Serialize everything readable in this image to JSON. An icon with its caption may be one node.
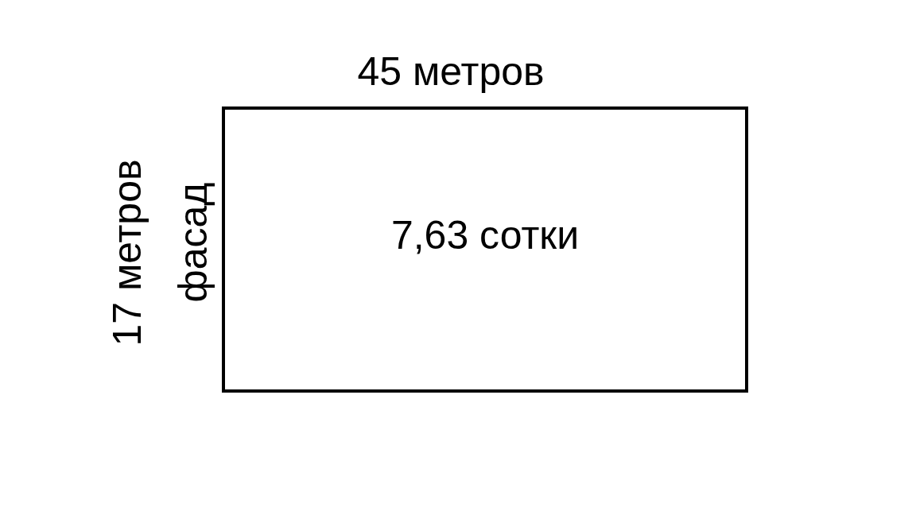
{
  "diagram": {
    "nodes": [
      {
        "text": [
          "7,63 сотки"
        ]
      }
    ],
    "labels": [
      "45 метров",
      "17 метров",
      "фасад"
    ]
  }
}
